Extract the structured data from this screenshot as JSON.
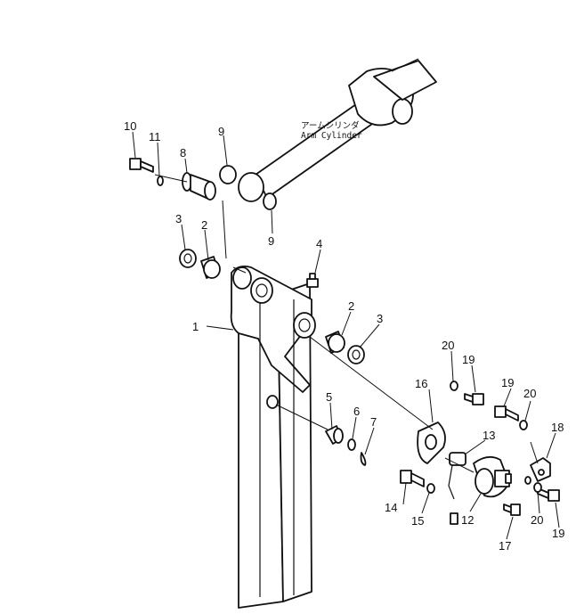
{
  "caption": {
    "line1": "アームシリンダ",
    "line2": "Arm  Cylinder"
  },
  "callouts": [
    "1",
    "2",
    "2",
    "3",
    "3",
    "4",
    "5",
    "6",
    "7",
    "8",
    "9",
    "9",
    "10",
    "11",
    "12",
    "13",
    "14",
    "15",
    "16",
    "17",
    "18",
    "19",
    "19",
    "19",
    "20",
    "20",
    "20"
  ]
}
